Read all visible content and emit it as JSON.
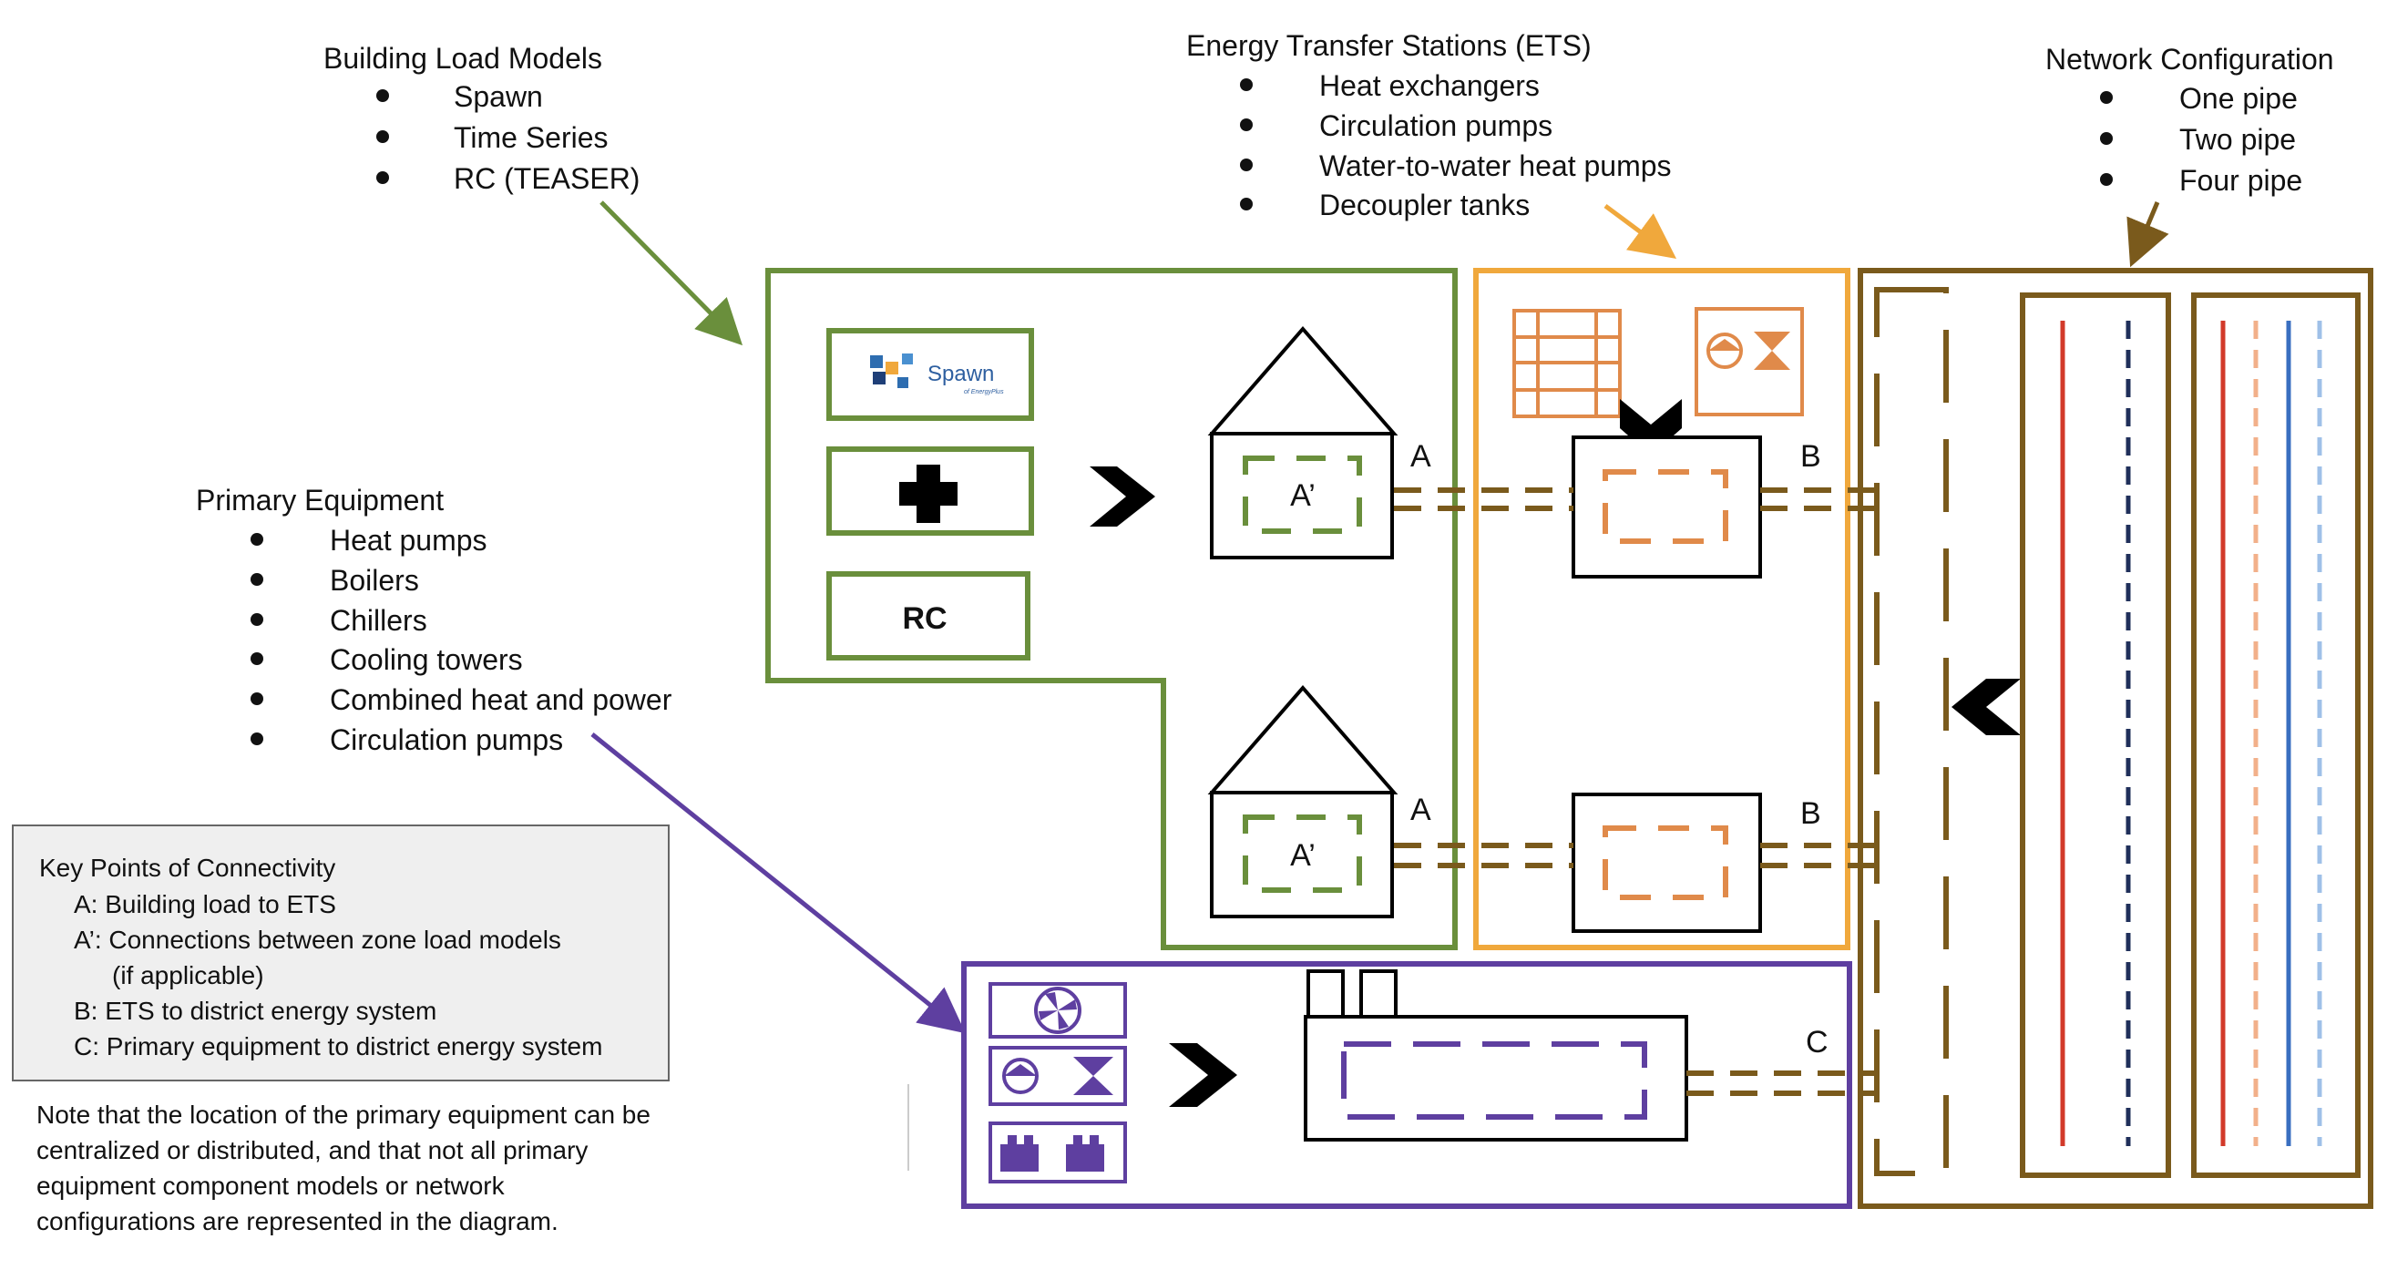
{
  "building_load_models": {
    "title": "Building Load Models",
    "items": [
      "Spawn",
      "Time Series",
      "RC (TEASER)"
    ]
  },
  "ets": {
    "title": "Energy Transfer Stations (ETS)",
    "items": [
      "Heat exchangers",
      "Circulation pumps",
      "Water-to-water heat pumps",
      "Decoupler tanks"
    ]
  },
  "network_configuration": {
    "title": "Network Configuration",
    "items": [
      "One pipe",
      "Two pipe",
      "Four pipe"
    ]
  },
  "primary_equipment": {
    "title": "Primary Equipment",
    "items": [
      "Heat pumps",
      "Boilers",
      "Chillers",
      "Cooling towers",
      "Combined heat and power",
      "Circulation pumps"
    ]
  },
  "key_points": {
    "title": "Key Points of Connectivity",
    "items": [
      "A: Building load to ETS",
      "A’: Connections between zone load models",
      "(if applicable)",
      "B: ETS to district energy system",
      "C: Primary equipment to district energy system"
    ]
  },
  "note": "Note that the location of the primary equipment can be centralized or distributed, and that not all primary equipment component models or network configurations are represented in the diagram.",
  "labels": {
    "a_prime": "A’",
    "a": "A",
    "b": "B",
    "c": "C",
    "rc": "RC",
    "spawn_logo": "Spawn",
    "spawn_logo_sub": "of EnergyPlus"
  },
  "colors": {
    "green": "#6a8f3c",
    "orange": "#f0a83c",
    "brown": "#7a5a1c",
    "purple": "#5e3fa0",
    "ets_icon": "#e08a4a",
    "pipe_red": "#d23a2a",
    "pipe_navy": "#1f2f5a",
    "pipe_peach": "#f2b08a",
    "pipe_blue": "#3a6fc0",
    "pipe_lightblue": "#9fc0e8"
  }
}
